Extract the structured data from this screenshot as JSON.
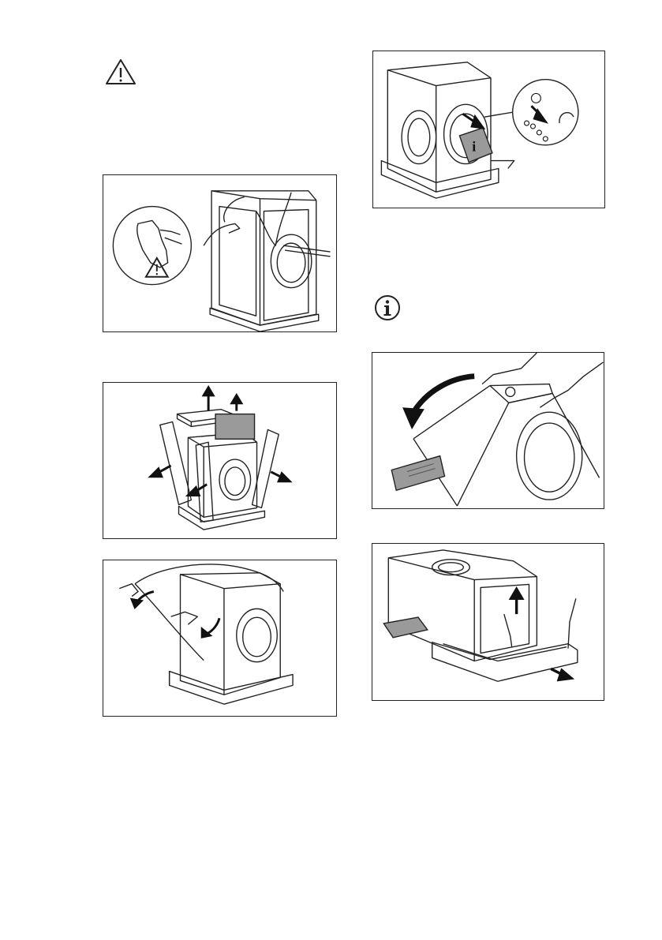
{
  "page": {
    "warning_icon": "warning-triangle-icon",
    "info_icon": "info-circle-icon"
  },
  "figures": [
    {
      "id": "remove-cover-gloves",
      "icon": "gloves-warning-icon"
    },
    {
      "id": "remove-top-and-corners",
      "icon": "arrows-icon"
    },
    {
      "id": "remove-plastic-bag",
      "icon": "arrows-icon"
    },
    {
      "id": "remove-accessories-drum",
      "icon": "info-manual-icon"
    },
    {
      "id": "tilt-machine-back",
      "icon": "curved-arrow-icon"
    },
    {
      "id": "remove-base-polystyrene",
      "icon": "arrows-icon"
    }
  ],
  "colors": {
    "line": "#222222",
    "fill_gray": "#9a9a9a",
    "arrow": "#111111"
  }
}
